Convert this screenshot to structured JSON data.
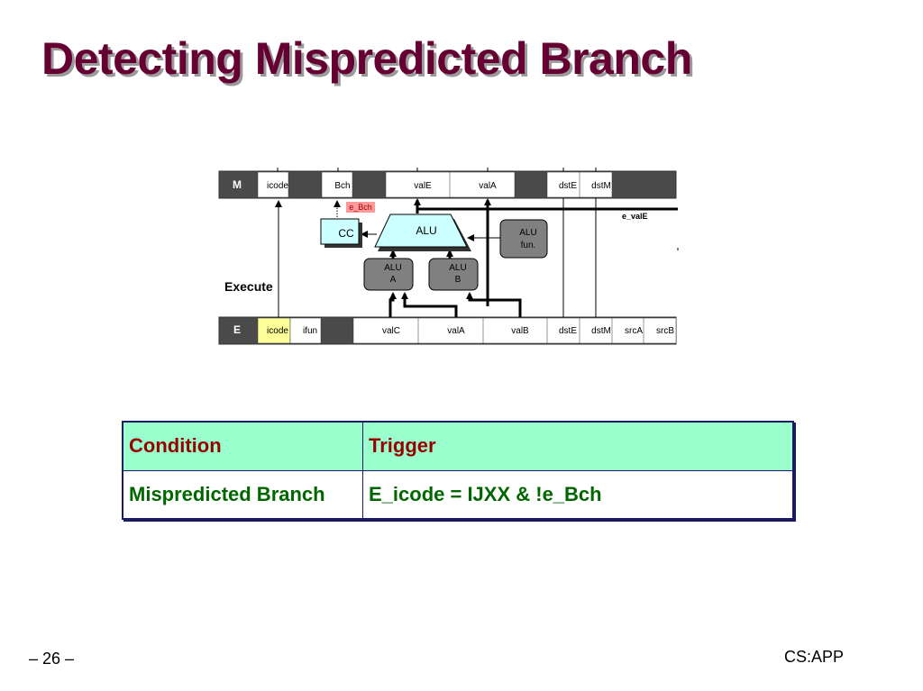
{
  "slide": {
    "title": "Detecting Mispredicted Branch",
    "page_number": "– 26 –",
    "brand": "CS:APP"
  },
  "diagram": {
    "m_register": {
      "label": "M",
      "fields": [
        "icode",
        "Bch",
        "valE",
        "valA",
        "dstE",
        "dstM"
      ]
    },
    "e_register": {
      "label": "E",
      "fields": [
        "icode",
        "ifun",
        "valC",
        "valA",
        "valB",
        "dstE",
        "dstM",
        "srcA",
        "srcB"
      ]
    },
    "stage_label": "Execute",
    "signal_e_bch": "e_Bch",
    "signal_e_vale": "e_valE",
    "cc_label": "CC",
    "alu_label": "ALU",
    "alu_fun_label": [
      "ALU",
      "fun."
    ],
    "alu_a_label": [
      "ALU",
      "A"
    ],
    "alu_b_label": [
      "ALU",
      "B"
    ],
    "colors": {
      "register_dark": "#4a4a4a",
      "e_icode_highlight": "#ffff99",
      "alu_fill": "#ccffff",
      "cc_fill": "#ccffff",
      "mux_fill": "#808080",
      "e_bch_tag": "#ff9999"
    }
  },
  "table": {
    "headers": [
      "Condition",
      "Trigger"
    ],
    "rows": [
      [
        "Mispredicted Branch",
        "E_icode = IJXX & !e_Bch"
      ]
    ]
  }
}
